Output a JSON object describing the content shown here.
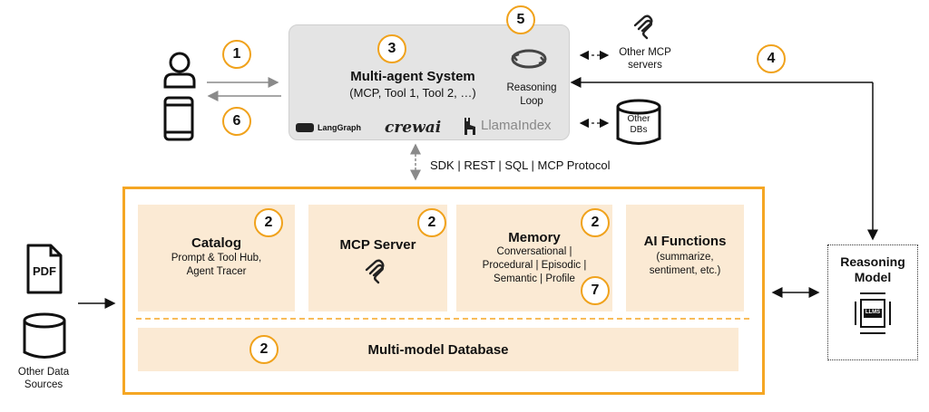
{
  "user": {
    "label": "user",
    "device": "mobile device"
  },
  "steps": {
    "s1": "1",
    "s2": "2",
    "s3": "3",
    "s4": "4",
    "s5": "5",
    "s6": "6",
    "s7": "7"
  },
  "mas": {
    "title": "Multi-agent System",
    "subtitle": "(MCP, Tool 1, Tool 2, …)",
    "loop_label_1": "Reasoning",
    "loop_label_2": "Loop",
    "frameworks": {
      "langgraph": "LangGraph",
      "crewai": "crewai",
      "llamaindex": "LlamaIndex"
    }
  },
  "other_mcp": {
    "line1": "Other MCP",
    "line2": "servers"
  },
  "other_dbs": {
    "line1": "Other",
    "line2": "DBs"
  },
  "protocol": "SDK | REST | SQL | MCP Protocol",
  "catalog": {
    "title": "Catalog",
    "line1": "Prompt & Tool Hub,",
    "line2": "Agent Tracer"
  },
  "mcp_server": {
    "title": "MCP Server"
  },
  "memory": {
    "title": "Memory",
    "line1": "Conversational |",
    "line2": "Procedural |  Episodic |",
    "line3": "Semantic | Profile"
  },
  "ai_functions": {
    "title": "AI Functions",
    "line1": "(summarize,",
    "line2": "sentiment, etc.)"
  },
  "database": {
    "title": "Multi-model Database"
  },
  "sources": {
    "pdf": "PDF",
    "line1": "Other Data",
    "line2": "Sources"
  },
  "reasoning_model": {
    "line1": "Reasoning",
    "line2": "Model",
    "badge": "LLMS"
  },
  "colors": {
    "accent": "#f5a623",
    "card": "#fbead4",
    "mas_bg": "#e4e4e4"
  }
}
